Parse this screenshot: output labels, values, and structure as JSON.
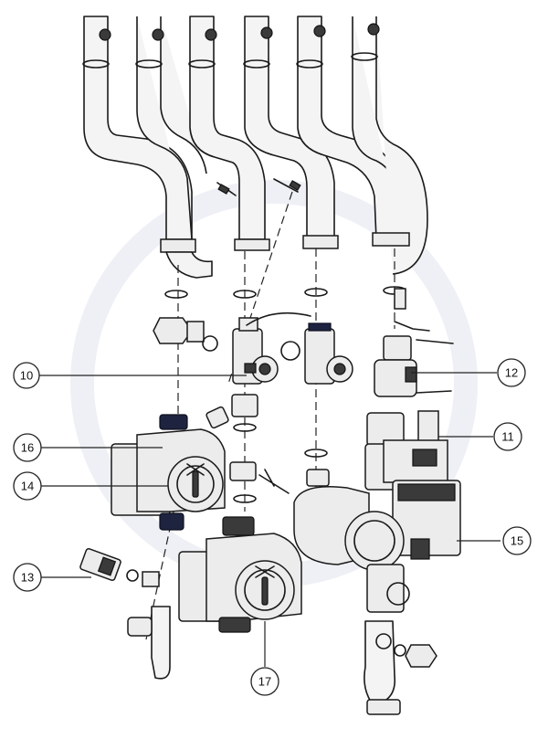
{
  "callouts": [
    {
      "id": "c10",
      "label": "10"
    },
    {
      "id": "c12",
      "label": "12"
    },
    {
      "id": "c16",
      "label": "16"
    },
    {
      "id": "c11",
      "label": "11"
    },
    {
      "id": "c14",
      "label": "14"
    },
    {
      "id": "c15",
      "label": "15"
    },
    {
      "id": "c13",
      "label": "13"
    },
    {
      "id": "c17",
      "label": "17"
    }
  ],
  "colors": {
    "line": "#1a1a1a",
    "fill": "#ececec",
    "accent_dark": "#1e2440",
    "background": "#ffffff"
  }
}
